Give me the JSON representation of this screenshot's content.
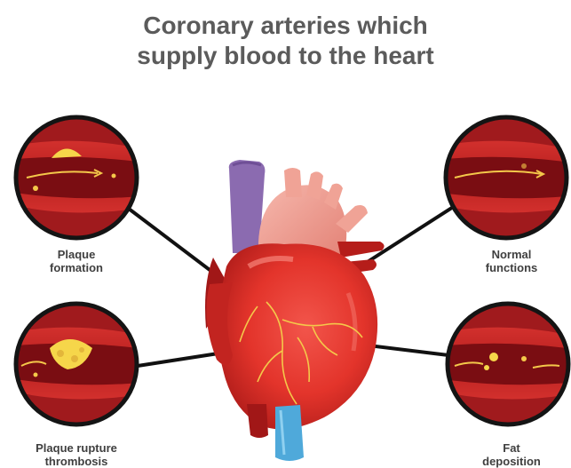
{
  "title": {
    "line1": "Coronary arteries which",
    "line2": "supply blood to the heart"
  },
  "callouts": [
    {
      "id": "plaque-formation",
      "line1": "Plaque",
      "line2": "formation"
    },
    {
      "id": "normal-functions",
      "line1": "Normal",
      "line2": "functions"
    },
    {
      "id": "plaque-rupture-thrombosis",
      "line1": "Plaque rupture",
      "line2": "thrombosis"
    },
    {
      "id": "fat-deposition",
      "line1": "Fat",
      "line2": "deposition"
    }
  ],
  "colors": {
    "title": "#5b5b5b",
    "label": "#3f3f3f",
    "circle_ring": "#141414",
    "vessel_interior": "#8e1318",
    "vessel_wall": "#c92a2a",
    "plaque": "#f6d64a",
    "heart_main": "#e3342b",
    "heart_dark": "#a11717",
    "vena_cava": "#8b6bb0",
    "aorta": "#f2a39a",
    "artery_blue": "#4fa9da"
  }
}
